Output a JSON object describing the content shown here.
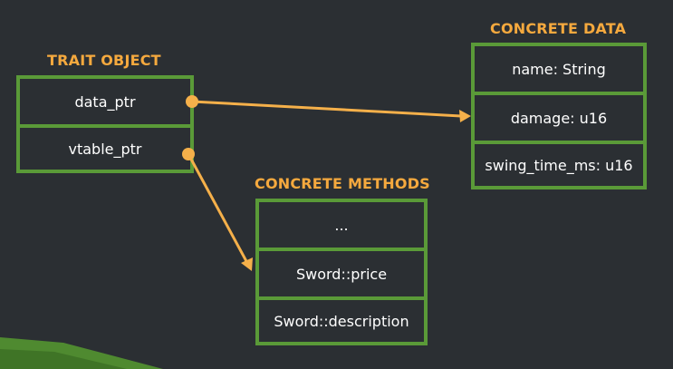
{
  "colors": {
    "background": "#2b2f33",
    "box_border": "#5a9a38",
    "title": "#f5a93e",
    "arrow": "#f5b04a",
    "text": "#ffffff",
    "corner_accent": "#4f8a30"
  },
  "trait_object": {
    "title": "TRAIT OBJECT",
    "fields": [
      "data_ptr",
      "vtable_ptr"
    ]
  },
  "concrete_data": {
    "title": "CONCRETE DATA",
    "fields": [
      "name: String",
      "damage: u16",
      "swing_time_ms: u16"
    ]
  },
  "concrete_methods": {
    "title": "CONCRETE METHODS",
    "fields": [
      "...",
      "Sword::price",
      "Sword::description"
    ]
  },
  "arrows": [
    {
      "from": "trait_object.data_ptr",
      "to": "concrete_data.damage"
    },
    {
      "from": "trait_object.vtable_ptr",
      "to": "concrete_methods.Sword::price"
    }
  ]
}
